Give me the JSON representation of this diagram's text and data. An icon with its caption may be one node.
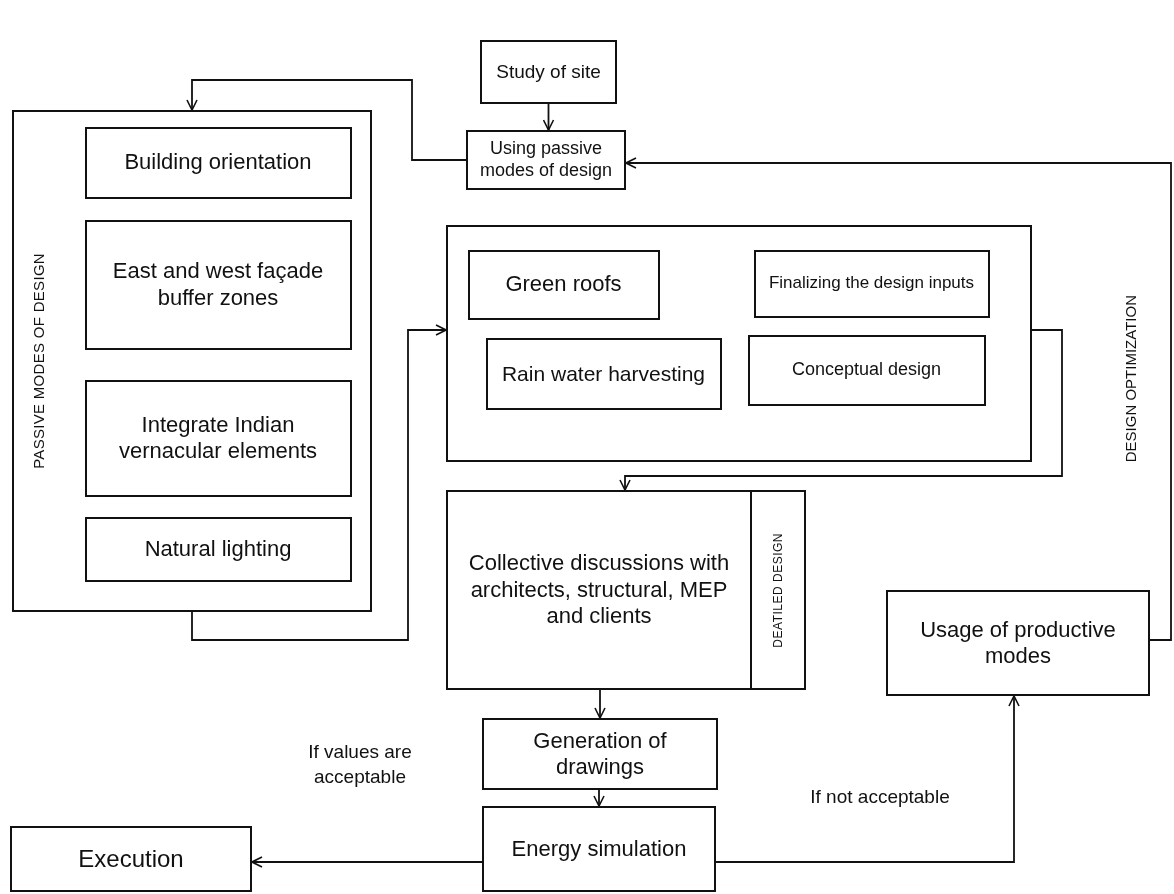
{
  "diagram": {
    "nodes": [
      {
        "text": [
          "Study of site"
        ]
      },
      {
        "text": [
          "Using passive modes of design"
        ]
      },
      {
        "text": [
          "PASSIVE MODES OF DESIGN"
        ]
      },
      {
        "text": [
          "Building orientation"
        ],
        "in": 2
      },
      {
        "text": [
          "East and west façade buffer zones"
        ],
        "in": 2
      },
      {
        "text": [
          "Integrate Indian vernacular elements"
        ],
        "in": 2
      },
      {
        "text": [
          "Natural lighting"
        ],
        "in": 2
      },
      {
        "text": [],
        "shape": "box"
      },
      {
        "text": [
          "Green roofs"
        ],
        "in": 7
      },
      {
        "text": [
          "Finalizing the design inputs"
        ],
        "in": 7
      },
      {
        "text": [
          "Rain water harvesting"
        ],
        "in": 7
      },
      {
        "text": [
          "Conceptual design"
        ],
        "in": 7
      },
      {
        "text": [
          "Collective discussions with architects, structural, MEP and clients",
          "DEATILED DESIGN"
        ]
      },
      {
        "text": [
          "Usage of productive modes"
        ]
      },
      {
        "text": [
          "Generation of drawings"
        ]
      },
      {
        "text": [
          "Energy simulation"
        ]
      },
      {
        "text": [
          "Execution"
        ]
      }
    ],
    "edges": [
      {
        "from": 0,
        "to": 1,
        "arrow": "to"
      },
      {
        "from": 1,
        "to": 2,
        "arrow": "to"
      },
      {
        "from": 2,
        "to": 7,
        "arrow": "to"
      },
      {
        "from": 7,
        "to": 12,
        "arrow": "to"
      },
      {
        "from": 12,
        "to": 14,
        "arrow": "to"
      },
      {
        "from": 14,
        "to": 15,
        "arrow": "to"
      },
      {
        "from": 15,
        "to": 16,
        "arrow": "to",
        "label": "If values are acceptable"
      },
      {
        "from": 15,
        "to": 13,
        "arrow": "to",
        "label": "If not acceptable"
      },
      {
        "from": 13,
        "to": 1,
        "arrow": "to"
      }
    ],
    "labels": [
      "DESIGN OPTIMIZATION"
    ]
  }
}
